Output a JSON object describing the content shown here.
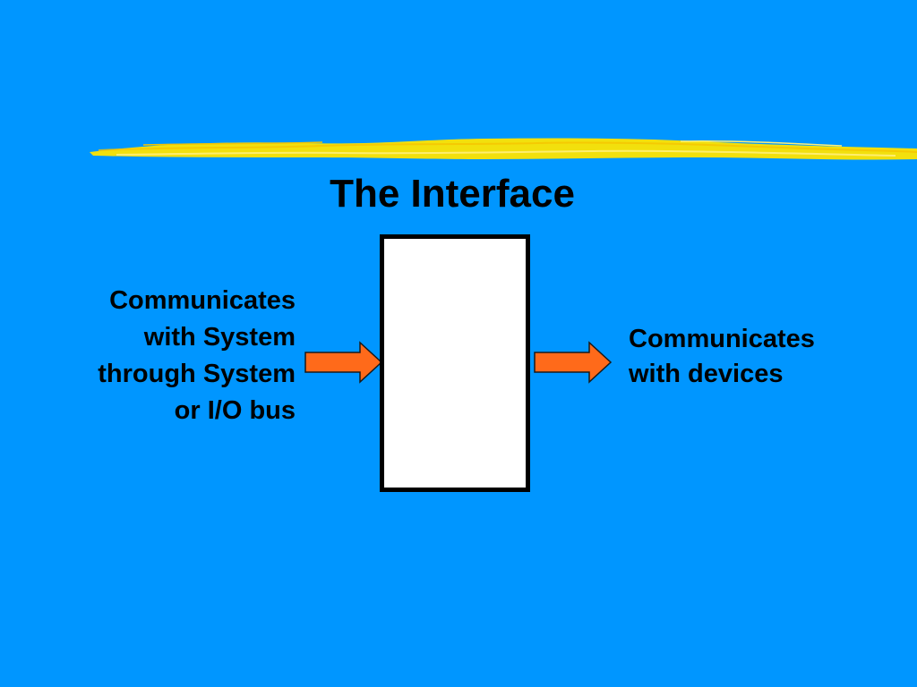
{
  "slide": {
    "title": "The Interface",
    "left_text": [
      "Communicates",
      "with System",
      "through System",
      "or I/O bus"
    ],
    "right_text": [
      "Communicates",
      "with devices"
    ]
  },
  "colors": {
    "background": "#0096FF",
    "brush_stroke": "#FFE400",
    "arrow_fill": "#FF6A1A",
    "box_fill": "#FFFFFF",
    "box_border": "#000000",
    "text": "#000000"
  },
  "icons": {
    "left_arrow": "right-arrow-icon",
    "right_arrow": "right-arrow-icon",
    "decoration": "yellow-brush-stroke"
  }
}
